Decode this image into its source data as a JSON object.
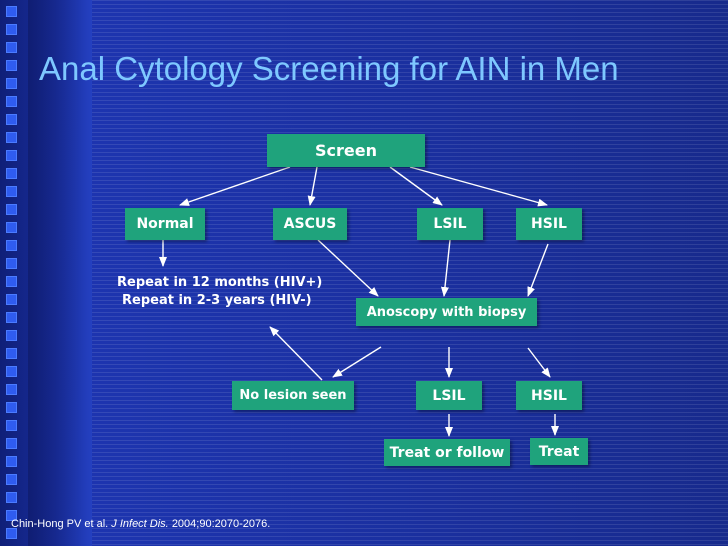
{
  "title": "Anal Cytology Screening for AIN  in Men",
  "nodes": {
    "screen": "Screen",
    "normal": "Normal",
    "ascus": "ASCUS",
    "lsil_top": "LSIL",
    "hsil_top": "HSIL",
    "anoscopy": "Anoscopy with biopsy",
    "no_lesion": "No lesion seen",
    "lsil_bottom": "LSIL",
    "hsil_bottom": "HSIL",
    "treat_or_follow": "Treat or follow",
    "treat": "Treat"
  },
  "repeat_note": {
    "line1": "Repeat in 12 months (HIV+)",
    "line2": "Repeat in 2-3 years (HIV-)"
  },
  "citation": {
    "authors": "Chin-Hong PV et al.",
    "journal": "J Infect Dis.",
    "details": "2004;90:2070-2076."
  },
  "colors": {
    "node_fill": "#1fa37c",
    "title_text": "#7ec8ff",
    "background": "#1b2fa8"
  }
}
